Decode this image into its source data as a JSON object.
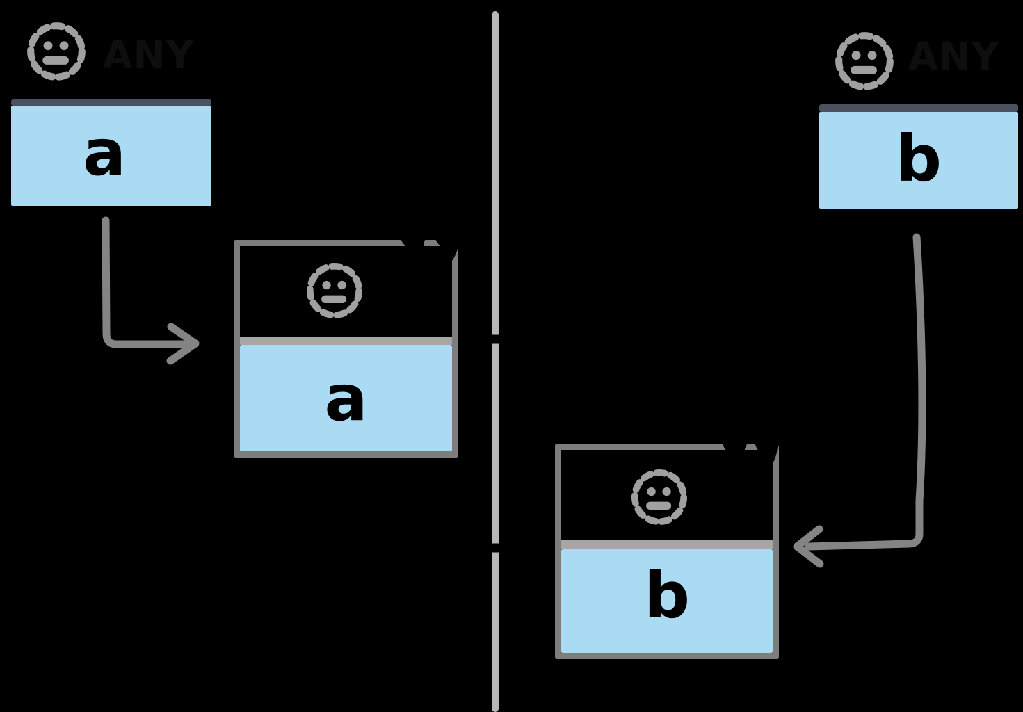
{
  "colors": {
    "background": "#000000",
    "value_fill_blue": "#abdaf3",
    "source_divider_slate": "#4b515e",
    "message_border_gray": "#7d7d7d",
    "message_divider_gray": "#a6a6a6",
    "smiley_gray": "#a0a0a0",
    "boundary_line_gray": "#b7b7b7",
    "arrow_gray": "#848484",
    "ink_black": "#000000"
  },
  "boundary": {
    "orientation": "vertical"
  },
  "source_boxes": [
    {
      "type_label": "ANY",
      "value": "a",
      "position": "top-left"
    },
    {
      "type_label": "ANY",
      "value": "b",
      "position": "top-right"
    }
  ],
  "message_boxes": [
    {
      "value": "a",
      "quote_mark": "”",
      "position": "left-of-boundary"
    },
    {
      "value": "b",
      "quote_mark": "”",
      "position": "right-of-boundary"
    }
  ],
  "icons": {
    "smiley": "dashed-circle-smiley-face",
    "quotes": "double-quotation-marks"
  },
  "arrows": [
    {
      "from": "source-a",
      "to": "message-a",
      "color": "gray"
    },
    {
      "from": "message-a",
      "to": "boundary",
      "color": "black"
    },
    {
      "from": "message-b",
      "to": "boundary",
      "color": "black"
    },
    {
      "from": "source-b",
      "to": "message-b",
      "color": "gray"
    }
  ]
}
